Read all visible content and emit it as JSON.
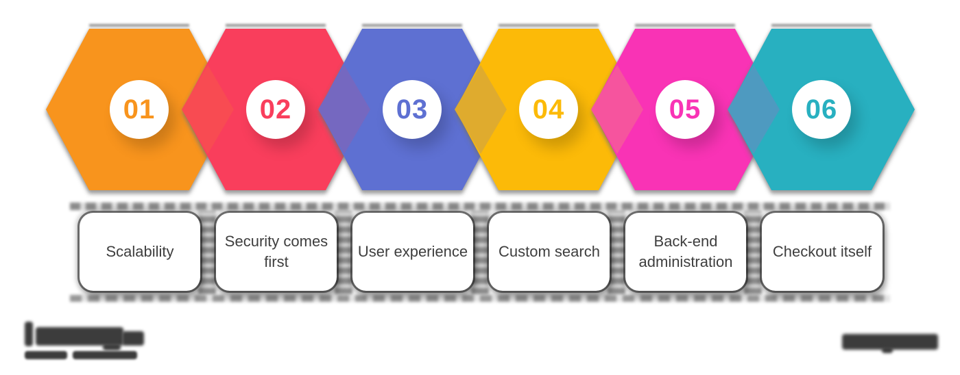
{
  "diagram": {
    "steps": [
      {
        "number": "01",
        "label": "Scalability",
        "color": "#F8941D"
      },
      {
        "number": "02",
        "label": "Security comes first",
        "color": "#F93E5C"
      },
      {
        "number": "03",
        "label": "User experience",
        "color": "#5E70D2"
      },
      {
        "number": "04",
        "label": "Custom search",
        "color": "#FCBA08"
      },
      {
        "number": "05",
        "label": "Back-end administration",
        "color": "#F933B5"
      },
      {
        "number": "06",
        "label": "Checkout itself",
        "color": "#28B0C0"
      }
    ],
    "junctions": [
      "#F84B52",
      "#7568C0",
      "#DFAB2E",
      "#F6549E",
      "#4E9AC0"
    ],
    "circle_fill": "#FFFFFF",
    "card_fill": "#FFFFFF",
    "card_text_color": "#3E3E3E",
    "background": "#FFFFFF"
  }
}
